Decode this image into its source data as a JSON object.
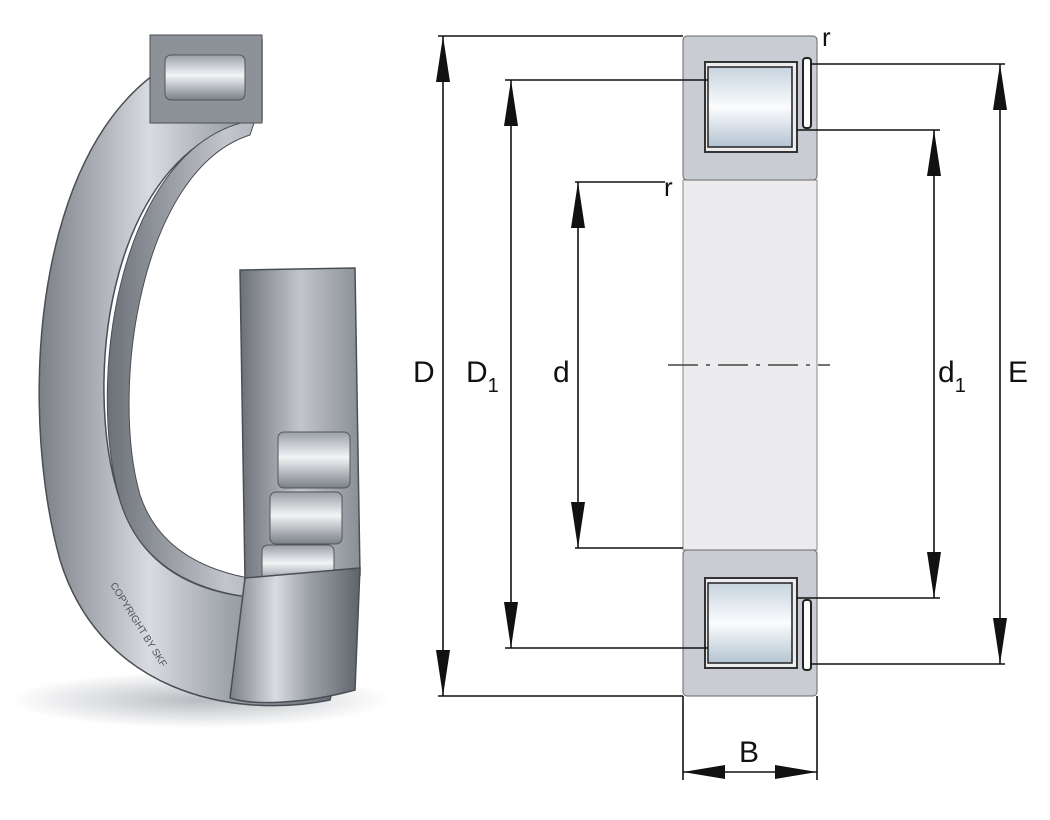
{
  "labels": {
    "D": "D",
    "D1_main": "D",
    "D1_sub": "1",
    "d": "d",
    "d1_main": "d",
    "d1_sub": "1",
    "E": "E",
    "B": "B",
    "r_top": "r",
    "r_inner": "r"
  },
  "photo": {
    "marking": "COPYRIGHT BY SKF"
  },
  "colors": {
    "ring_fill": "#c9cdd3",
    "bore_fill": "#ececee",
    "roller_fill": "#dfe7ef",
    "line": "#111111"
  }
}
